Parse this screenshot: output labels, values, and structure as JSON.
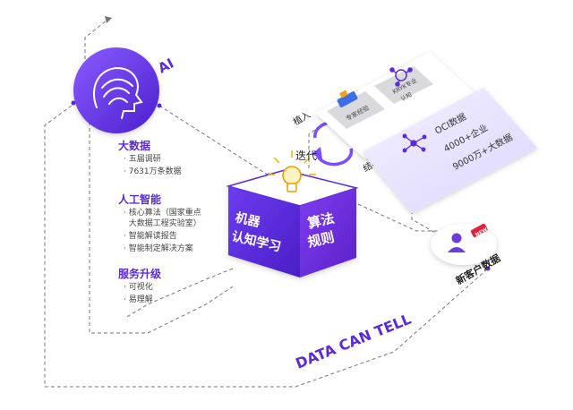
{
  "colors": {
    "primary": "#5b2bd6",
    "accent_red": "#e0233b",
    "dash": "#777777",
    "panel": "#ece8ff"
  },
  "ai_badge": {
    "label": "AI",
    "icon": "ai-head-icon"
  },
  "sections": [
    {
      "title": "大数据",
      "items": [
        "· 五届调研",
        "· 7631万条数据"
      ]
    },
    {
      "title": "人工智能",
      "items": [
        "· 核心算法（国家重点",
        "  大数据工程实验室）",
        "· 智能解读报告",
        "· 智能制定解决方案"
      ]
    },
    {
      "title": "服务升级",
      "items": [
        "· 可视化",
        "· 易理解"
      ]
    }
  ],
  "cube": {
    "left_line1": "机器",
    "left_line2": "认知学习",
    "right_line1": "算法",
    "right_line2": "规则"
  },
  "flow_labels": {
    "embed": "植入",
    "iterate": "迭代",
    "structure": "结构化"
  },
  "tiles": [
    {
      "label": "专家经验",
      "icon": "expert-book-icon"
    },
    {
      "label_line1": "KRYK专业",
      "label_line2": "认知",
      "icon": "network-icon"
    }
  ],
  "oci": {
    "lines": [
      "OCI数据",
      "4000+企业",
      "9000万+大数据"
    ],
    "icon": "hub-icon"
  },
  "new_customer": {
    "label": "新客户数据",
    "badge": "NEW",
    "icon": "user-icon"
  },
  "tagline": "DATA CAN TELL"
}
